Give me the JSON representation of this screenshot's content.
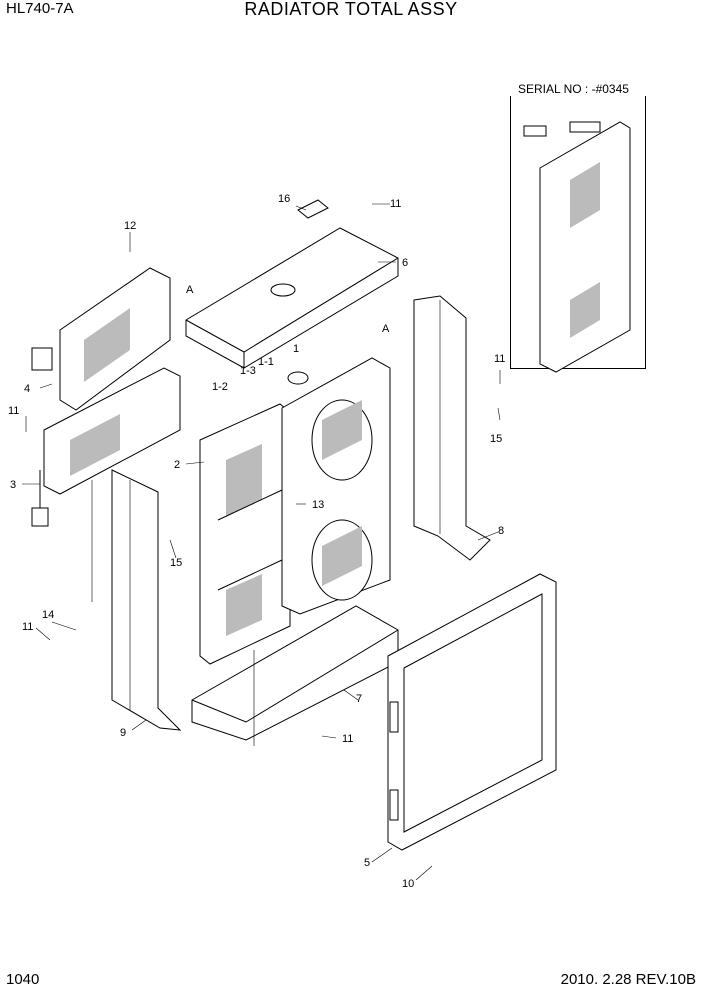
{
  "header": {
    "model": "HL740-7A",
    "title": "RADIATOR TOTAL ASSY"
  },
  "serial_note": "SERIAL NO : -#0345",
  "footer": {
    "page": "1040",
    "date_rev": "2010. 2.28  REV.10B"
  },
  "callouts": [
    {
      "id": "c16",
      "text": "16"
    },
    {
      "id": "c11a",
      "text": "11"
    },
    {
      "id": "c6",
      "text": "6"
    },
    {
      "id": "c12",
      "text": "12"
    },
    {
      "id": "cA1",
      "text": "A"
    },
    {
      "id": "cA2",
      "text": "A"
    },
    {
      "id": "c1",
      "text": "1"
    },
    {
      "id": "c1-1",
      "text": "1-1"
    },
    {
      "id": "c1-3",
      "text": "1-3"
    },
    {
      "id": "c1-2",
      "text": "1-2"
    },
    {
      "id": "c4",
      "text": "4"
    },
    {
      "id": "c11b",
      "text": "11"
    },
    {
      "id": "c11c",
      "text": "11"
    },
    {
      "id": "c15a",
      "text": "15"
    },
    {
      "id": "c2",
      "text": "2"
    },
    {
      "id": "c13",
      "text": "13"
    },
    {
      "id": "c3",
      "text": "3"
    },
    {
      "id": "c8",
      "text": "8"
    },
    {
      "id": "c15b",
      "text": "15"
    },
    {
      "id": "c14",
      "text": "14"
    },
    {
      "id": "c11d",
      "text": "11"
    },
    {
      "id": "c7",
      "text": "7"
    },
    {
      "id": "c9",
      "text": "9"
    },
    {
      "id": "c11e",
      "text": "11"
    },
    {
      "id": "c5",
      "text": "5"
    },
    {
      "id": "c10",
      "text": "10"
    }
  ]
}
